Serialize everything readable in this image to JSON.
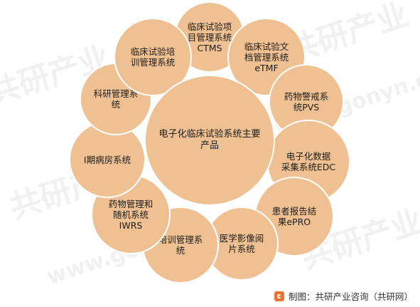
{
  "center": {
    "label": "电子化临床试验系统主要\n产品"
  },
  "nodes": [
    {
      "id": "ctms",
      "label": "临床试验项\n目管理系统\nCTMS"
    },
    {
      "id": "etmf",
      "label": "临床试验文\n档管理系统\neTMF"
    },
    {
      "id": "pvs",
      "label": "药物警戒系\n统PVS"
    },
    {
      "id": "edc",
      "label": "电子化数据\n采集系统EDC"
    },
    {
      "id": "epro",
      "label": "患者报告结\n果ePRO"
    },
    {
      "id": "imaging",
      "label": "医学影像阅\n片系统"
    },
    {
      "id": "training",
      "label": "培训管理系\n统"
    },
    {
      "id": "iwrs",
      "label": "药物管理和\n随机系统\nIWRS"
    },
    {
      "id": "phase1",
      "label": "I期病房系统"
    },
    {
      "id": "research",
      "label": "科研管理系\n统"
    },
    {
      "id": "training-cert",
      "label": "临床试验培\n训管理系统"
    }
  ],
  "watermark": {
    "text": "共研产业",
    "domain": "www.gonyn.com"
  },
  "credit": {
    "text": "制图：共研产业咨询（共研网）"
  },
  "colors": {
    "circle_fill": "#efc091",
    "circle_border": "#ffffff",
    "credit_icon": "#e9752f"
  }
}
